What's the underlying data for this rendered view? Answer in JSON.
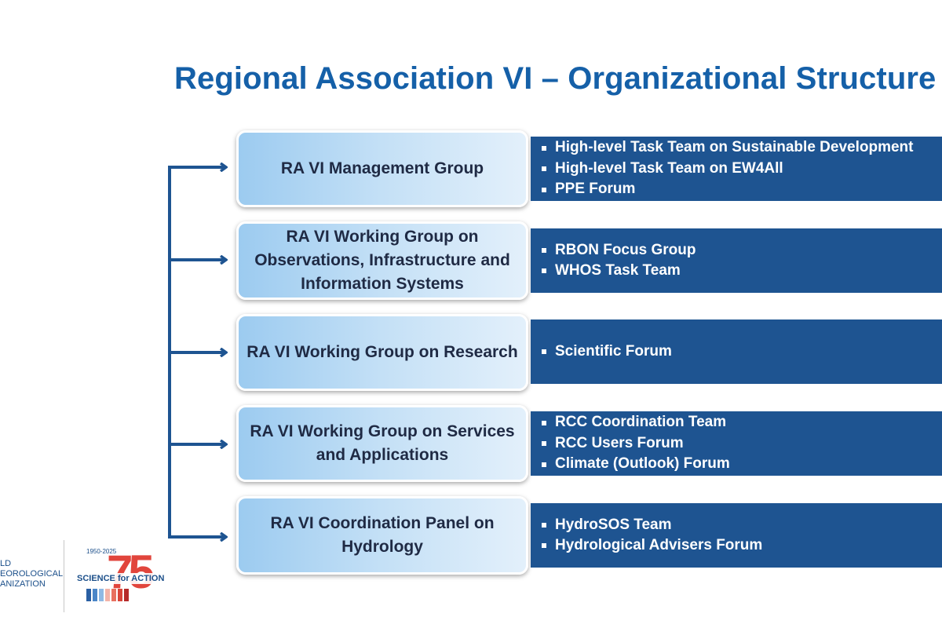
{
  "title": "Regional Association VI – Organizational Structure",
  "colors": {
    "title": "#1560a8",
    "connector": "#1e5491",
    "group_box_gradient_start": "#9ccbf0",
    "group_box_gradient_end": "#e3f0fb",
    "teams_box": "#1e5491",
    "team_text": "#ffffff",
    "group_text": "#1f2a44"
  },
  "groups": [
    {
      "label": "RA VI Management Group",
      "teams": [
        "High-level Task Team on Sustainable Development",
        "High-level Task Team on EW4All",
        "PPE Forum"
      ]
    },
    {
      "label": "RA VI Working Group on Observations, Infrastructure and Information Systems",
      "teams": [
        "RBON Focus Group",
        "WHOS Task Team"
      ]
    },
    {
      "label": "RA VI Working Group on Research",
      "teams": [
        "Scientific Forum"
      ]
    },
    {
      "label": "RA VI Working Group on Services and Applications",
      "teams": [
        "RCC Coordination Team",
        "RCC Users Forum",
        "Climate (Outlook) Forum"
      ]
    },
    {
      "label": "RA VI Coordination Panel on Hydrology",
      "teams": [
        "HydroSOS Team",
        "Hydrological Advisers Forum"
      ]
    }
  ],
  "footer": {
    "wmo_lines": [
      "LD",
      "EOROLOGICAL",
      "ANIZATION"
    ],
    "anniversary_years": "1950-2025",
    "anniversary_number": "75",
    "anniversary_banner": "SCIENCE for ACTION"
  }
}
